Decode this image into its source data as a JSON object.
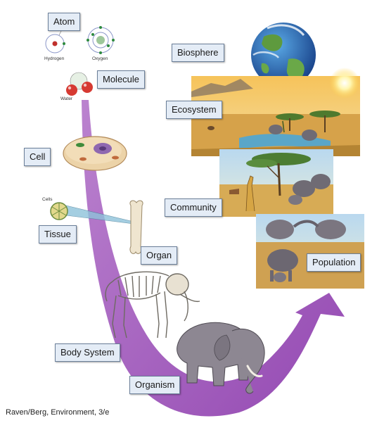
{
  "labels": {
    "atom": "Atom",
    "molecule": "Molecule",
    "cell": "Cell",
    "tissue": "Tissue",
    "organ": "Organ",
    "body_system": "Body System",
    "organism": "Organism",
    "population": "Population",
    "community": "Community",
    "ecosystem": "Ecosystem",
    "biosphere": "Biosphere"
  },
  "small_text": {
    "hydrogen": "Hydrogen",
    "oxygen": "Oxygen",
    "water": "Water",
    "cells": "Cells"
  },
  "credit": "Raven/Berg, Environment, 3/e",
  "colors": {
    "arrow": "#a45bbd",
    "label_fill": "#e4ecf6",
    "label_border": "#6b7f99"
  }
}
